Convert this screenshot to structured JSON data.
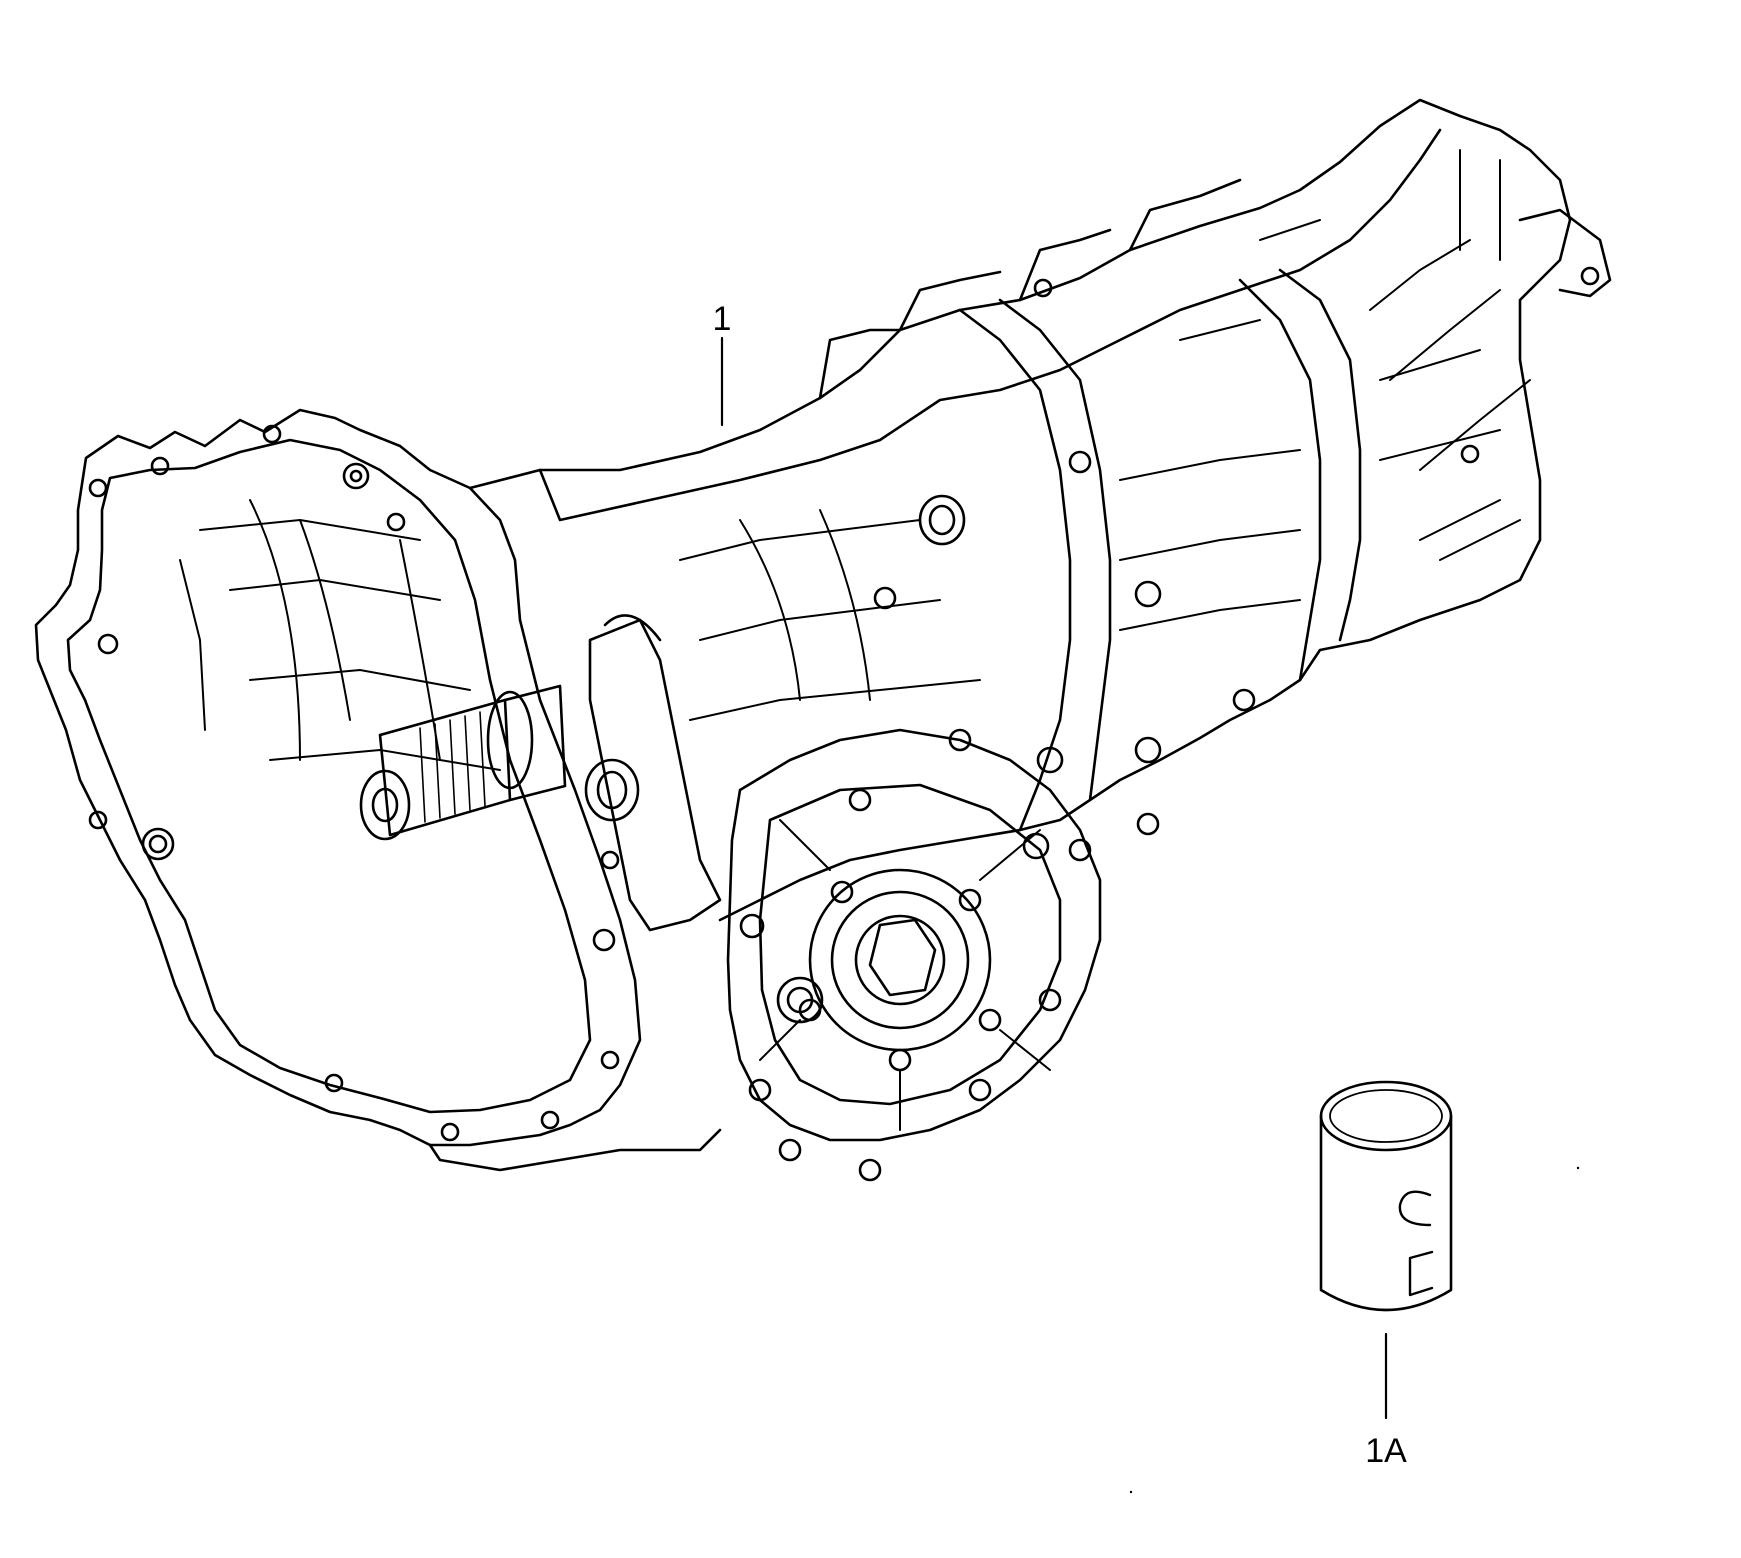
{
  "diagram": {
    "callouts": [
      {
        "id": "part-1",
        "label": "1"
      },
      {
        "id": "part-1a",
        "label": "1A"
      }
    ],
    "line_color": "#000000",
    "background_color": "#ffffff"
  }
}
